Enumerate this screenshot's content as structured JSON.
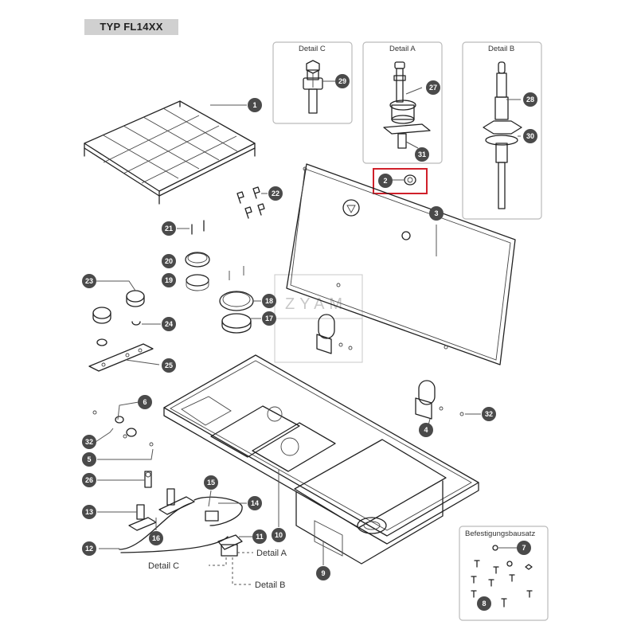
{
  "header": {
    "type_label": "TYP FL14XX"
  },
  "details": {
    "c": {
      "title": "Detail C"
    },
    "a": {
      "title": "Detail A"
    },
    "b": {
      "title": "Detail B"
    },
    "kit": {
      "title": "Befestigungsbausatz"
    }
  },
  "callouts": {
    "p1": "1",
    "p2": "2",
    "p3": "3",
    "p4": "4",
    "p5": "5",
    "p6": "6",
    "p7": "7",
    "p8": "8",
    "p9": "9",
    "p10": "10",
    "p11": "11",
    "p12": "12",
    "p13": "13",
    "p14": "14",
    "p15": "15",
    "p16": "16",
    "p17": "17",
    "p18": "18",
    "p19": "19",
    "p20": "20",
    "p21": "21",
    "p22": "22",
    "p23": "23",
    "p24": "24",
    "p25": "25",
    "p26": "26",
    "p27": "27",
    "p28": "28",
    "p29": "29",
    "p30": "30",
    "p31": "31",
    "p32a": "32",
    "p32b": "32"
  },
  "references": {
    "detail_a": "Detail A",
    "detail_b": "Detail B",
    "detail_c": "Detail C"
  },
  "watermark": {
    "text": "ZYAM"
  },
  "highlight_color": "#d0202a",
  "callout_color": "#4a4a4a"
}
